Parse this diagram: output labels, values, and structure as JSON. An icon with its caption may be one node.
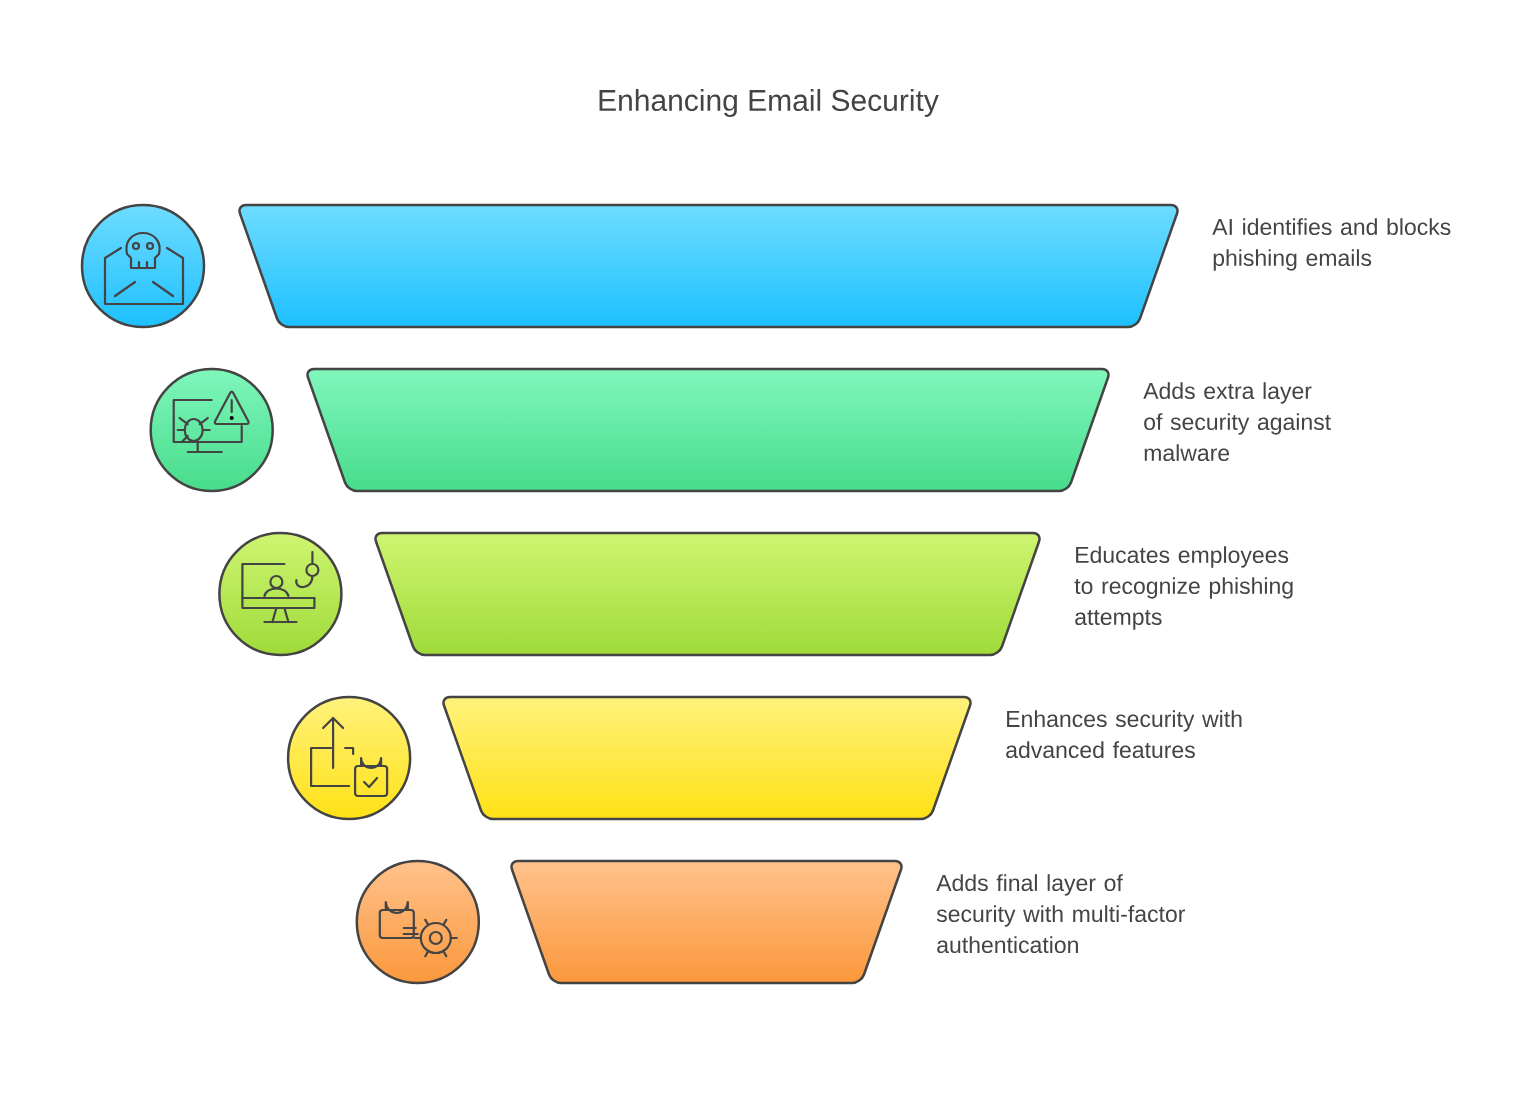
{
  "diagram": {
    "title": "Enhancing Email Security",
    "nodes": [
      {
        "text": [],
        "shape": "trapezoid",
        "beside": [
          "AI identifies and blocks phishing emails"
        ]
      },
      {
        "text": [],
        "shape": "trapezoid",
        "beside": [
          "Adds extra layer of security against malware"
        ]
      },
      {
        "text": [],
        "shape": "trapezoid",
        "beside": [
          "Educates employees to recognize phishing attempts"
        ]
      },
      {
        "text": [],
        "shape": "trapezoid",
        "beside": [
          "Enhances security with advanced features"
        ]
      },
      {
        "text": [],
        "shape": "trapezoid",
        "beside": [
          "Adds final layer of security with multi-factor authentication"
        ]
      }
    ]
  }
}
